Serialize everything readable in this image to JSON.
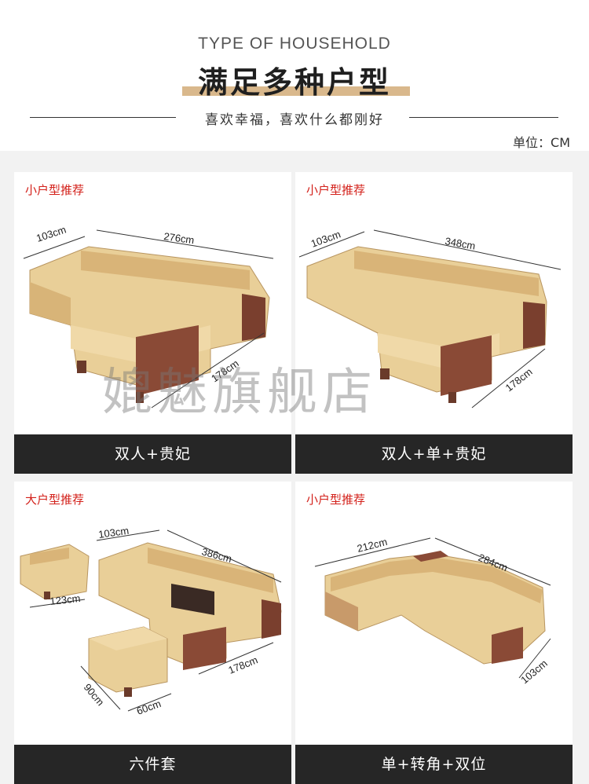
{
  "header": {
    "eng_title": "TYPE OF HOUSEHOLD",
    "title": "满足多种户型",
    "subtitle": "喜欢幸福，喜欢什么都刚好",
    "unit": "单位：CM"
  },
  "watermark": "媲魅旗舰店",
  "colors": {
    "accent_bar": "#d9b88c",
    "tag_red": "#d3201a",
    "footer_bg": "#262626",
    "leather": "#e9cf98",
    "wood": "#8a4a36"
  },
  "cards": [
    {
      "tag": "小户型推荐",
      "label": "双人+贵妃",
      "dims": [
        "103cm",
        "276cm",
        "178cm"
      ]
    },
    {
      "tag": "小户型推荐",
      "label": "双人+单+贵妃",
      "dims": [
        "103cm",
        "348cm",
        "178cm"
      ]
    },
    {
      "tag": "大户型推荐",
      "label": "六件套",
      "dims": [
        "103cm",
        "386cm",
        "123cm",
        "178cm",
        "90cm",
        "60cm"
      ]
    },
    {
      "tag": "小户型推荐",
      "label": "单+转角+双位",
      "dims": [
        "212cm",
        "284cm",
        "103cm"
      ]
    }
  ]
}
